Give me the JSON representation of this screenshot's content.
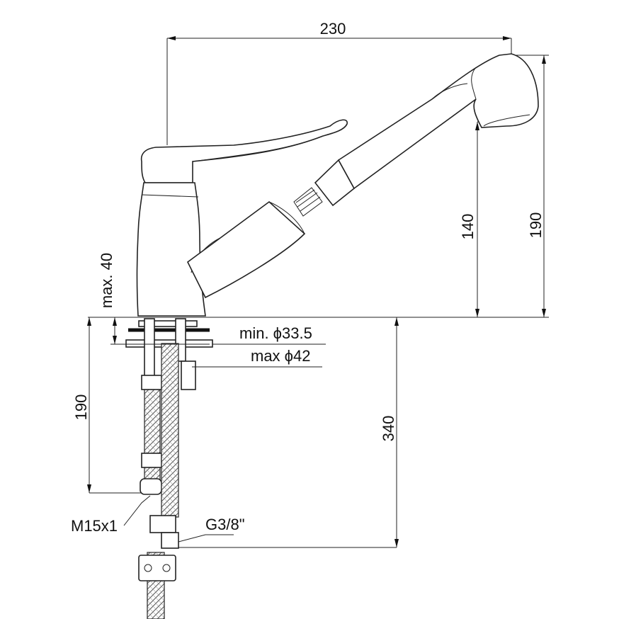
{
  "dimensions": {
    "width_overall": "230",
    "height_spout": "140",
    "height_overall": "190",
    "max_deck_thickness": "max. 40",
    "hole_min": "min. ϕ33.5",
    "hole_max": "max ϕ42",
    "hose_length_short": "190",
    "hose_length_long": "340"
  },
  "threads": {
    "inlet_thread": "M15x1",
    "outlet_thread": "G3/8\""
  }
}
